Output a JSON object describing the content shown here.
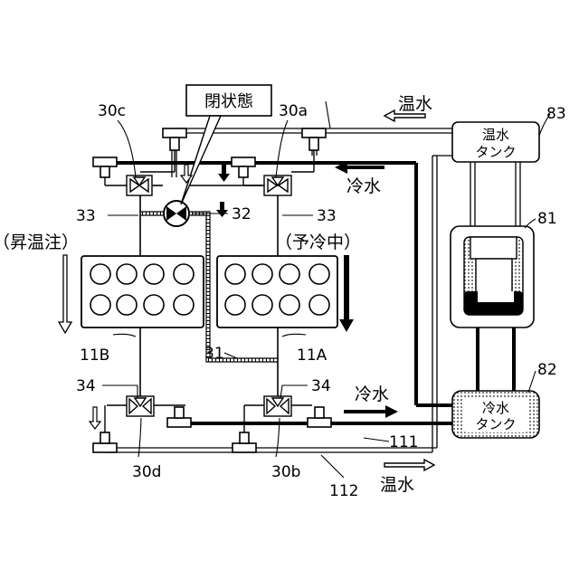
{
  "callout": {
    "text": "閉状態"
  },
  "valves": {
    "v30a": "30a",
    "v30b": "30b",
    "v30c": "30c",
    "v30d": "30d"
  },
  "refs": {
    "r31": "31",
    "r32": "32",
    "r33_left": "33",
    "r33_right": "33",
    "r34_left": "34",
    "r34_right": "34",
    "r11A": "11A",
    "r11B": "11B",
    "r81": "81",
    "r82": "82",
    "r83": "83",
    "r111": "111",
    "r112": "112"
  },
  "states": {
    "left": "（昇温注）",
    "right": "（予冷中）"
  },
  "flows": {
    "hot_top": "温水",
    "cold_top": "冷水",
    "cold_bottom": "冷水",
    "hot_bottom": "温水"
  },
  "tanks": {
    "hot_line1": "温水",
    "hot_line2": "タンク",
    "cold_line1": "冷水",
    "cold_line2": "タンク"
  },
  "colors": {
    "line": "#000000",
    "dotted_fill": "#cccccc"
  }
}
